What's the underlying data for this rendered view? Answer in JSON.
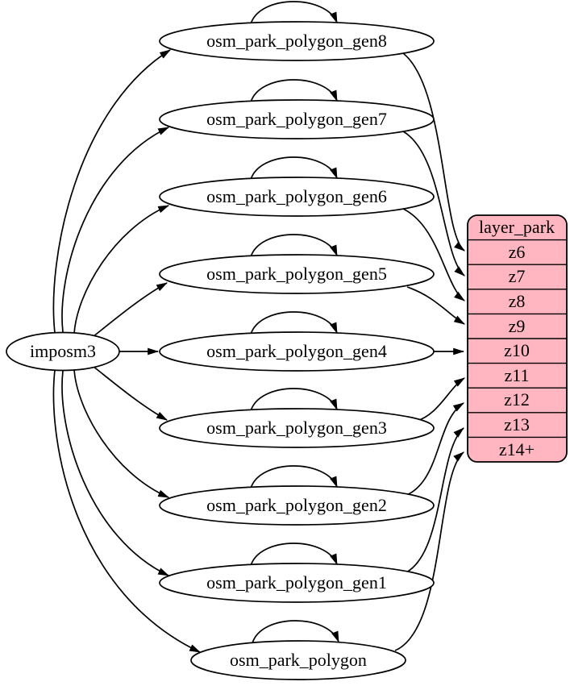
{
  "diagram": {
    "kind": "graphviz-digraph",
    "background": "#ffffff",
    "node_fill": "#ffffff",
    "node_stroke": "#000000",
    "edge_color": "#000000",
    "record_fill": "#ffb6c1",
    "source_node": {
      "id": "imposm3",
      "label": "imposm3"
    },
    "table_nodes": [
      {
        "id": "osm_park_polygon_gen8",
        "label": "osm_park_polygon_gen8"
      },
      {
        "id": "osm_park_polygon_gen7",
        "label": "osm_park_polygon_gen7"
      },
      {
        "id": "osm_park_polygon_gen6",
        "label": "osm_park_polygon_gen6"
      },
      {
        "id": "osm_park_polygon_gen5",
        "label": "osm_park_polygon_gen5"
      },
      {
        "id": "osm_park_polygon_gen4",
        "label": "osm_park_polygon_gen4"
      },
      {
        "id": "osm_park_polygon_gen3",
        "label": "osm_park_polygon_gen3"
      },
      {
        "id": "osm_park_polygon_gen2",
        "label": "osm_park_polygon_gen2"
      },
      {
        "id": "osm_park_polygon_gen1",
        "label": "osm_park_polygon_gen1"
      },
      {
        "id": "osm_park_polygon",
        "label": "osm_park_polygon"
      }
    ],
    "layer_node": {
      "id": "layer_park",
      "header": "layer_park",
      "rows": [
        "z6",
        "z7",
        "z8",
        "z9",
        "z10",
        "z11",
        "z12",
        "z13",
        "z14+"
      ]
    },
    "edges": [
      {
        "from": "imposm3",
        "to": "osm_park_polygon_gen8"
      },
      {
        "from": "imposm3",
        "to": "osm_park_polygon_gen7"
      },
      {
        "from": "imposm3",
        "to": "osm_park_polygon_gen6"
      },
      {
        "from": "imposm3",
        "to": "osm_park_polygon_gen5"
      },
      {
        "from": "imposm3",
        "to": "osm_park_polygon_gen4"
      },
      {
        "from": "imposm3",
        "to": "osm_park_polygon_gen3"
      },
      {
        "from": "imposm3",
        "to": "osm_park_polygon_gen2"
      },
      {
        "from": "imposm3",
        "to": "osm_park_polygon_gen1"
      },
      {
        "from": "imposm3",
        "to": "osm_park_polygon"
      },
      {
        "from": "osm_park_polygon_gen8",
        "to": "osm_park_polygon_gen8"
      },
      {
        "from": "osm_park_polygon_gen7",
        "to": "osm_park_polygon_gen7"
      },
      {
        "from": "osm_park_polygon_gen6",
        "to": "osm_park_polygon_gen6"
      },
      {
        "from": "osm_park_polygon_gen5",
        "to": "osm_park_polygon_gen5"
      },
      {
        "from": "osm_park_polygon_gen4",
        "to": "osm_park_polygon_gen4"
      },
      {
        "from": "osm_park_polygon_gen3",
        "to": "osm_park_polygon_gen3"
      },
      {
        "from": "osm_park_polygon_gen2",
        "to": "osm_park_polygon_gen2"
      },
      {
        "from": "osm_park_polygon_gen1",
        "to": "osm_park_polygon_gen1"
      },
      {
        "from": "osm_park_polygon",
        "to": "osm_park_polygon"
      },
      {
        "from": "osm_park_polygon_gen8",
        "to": "layer_park:z6"
      },
      {
        "from": "osm_park_polygon_gen7",
        "to": "layer_park:z7"
      },
      {
        "from": "osm_park_polygon_gen6",
        "to": "layer_park:z8"
      },
      {
        "from": "osm_park_polygon_gen5",
        "to": "layer_park:z9"
      },
      {
        "from": "osm_park_polygon_gen4",
        "to": "layer_park:z10"
      },
      {
        "from": "osm_park_polygon_gen3",
        "to": "layer_park:z11"
      },
      {
        "from": "osm_park_polygon_gen2",
        "to": "layer_park:z12"
      },
      {
        "from": "osm_park_polygon_gen1",
        "to": "layer_park:z13"
      },
      {
        "from": "osm_park_polygon",
        "to": "layer_park:z14+"
      }
    ]
  }
}
